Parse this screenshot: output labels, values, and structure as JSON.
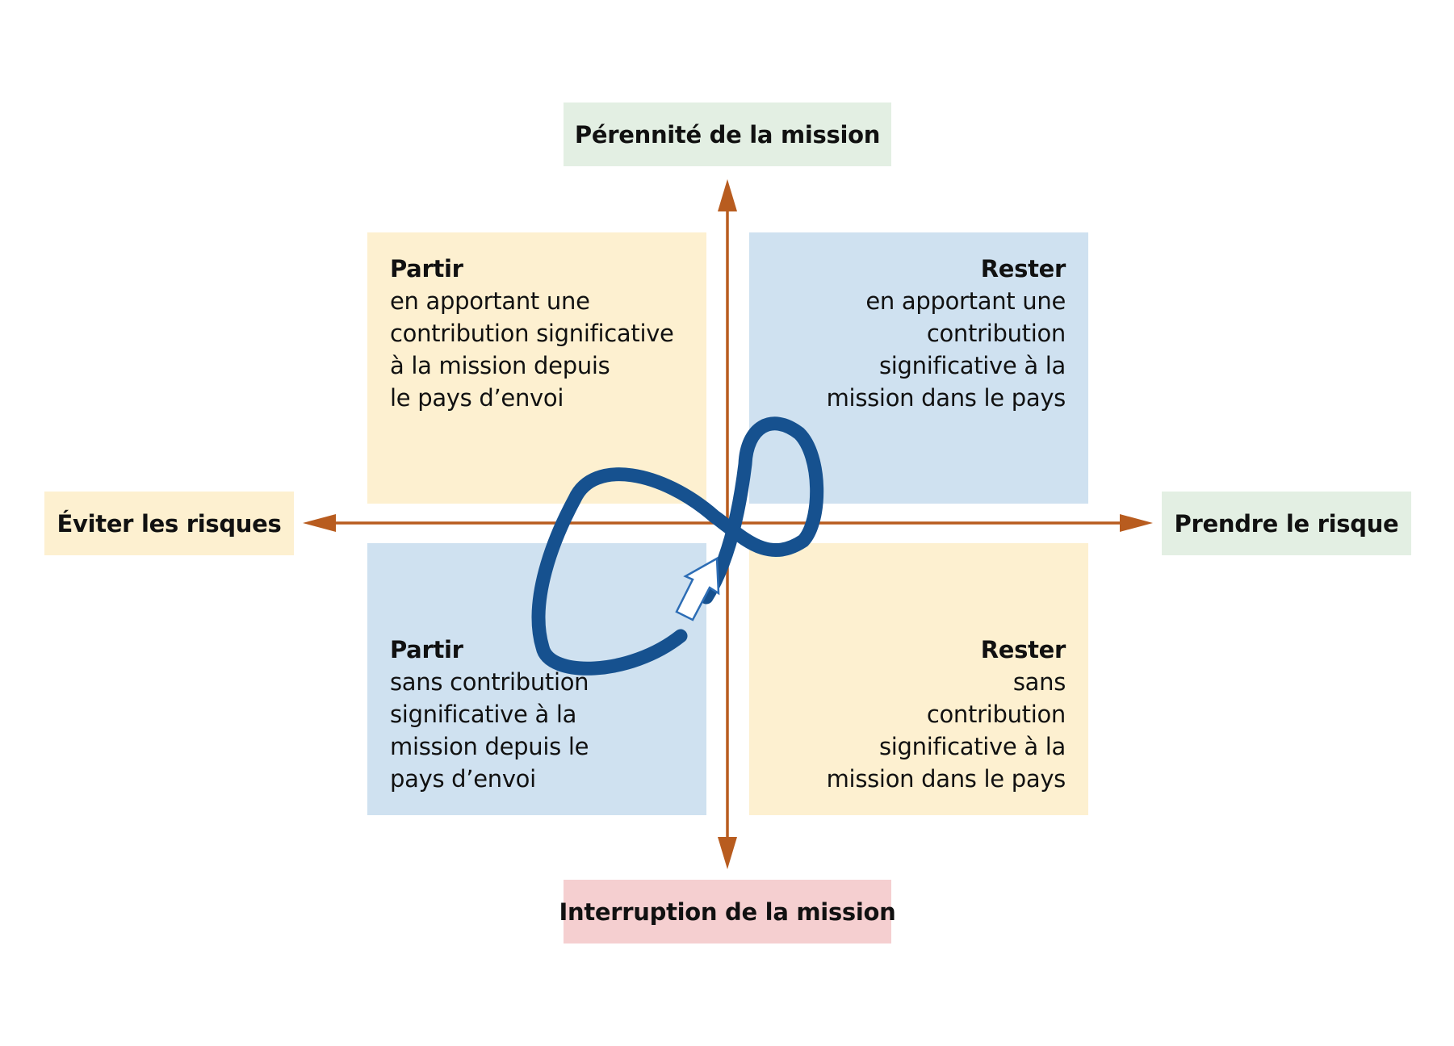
{
  "poles": {
    "top": "Pérennité de la mission",
    "bottom": "Interruption de la mission",
    "left": "Éviter les risques",
    "right": "Prendre le risque"
  },
  "quadrants": {
    "top_left": {
      "title": "Partir",
      "desc": "en apportant une\ncontribution significative\nà la mission depuis\nle pays d’envoi"
    },
    "top_right": {
      "title": "Rester",
      "desc": "en apportant une\ncontribution\nsignificative à la\nmission dans le pays"
    },
    "bottom_left": {
      "title": "Partir",
      "desc": "sans contribution\nsignificative à la\nmission depuis le\npays d’envoi"
    },
    "bottom_right": {
      "title": "Rester",
      "desc": "sans\ncontribution\nsignificative à la\nmission dans le pays"
    }
  },
  "colors": {
    "green_box": "#e3efe3",
    "pink_box": "#f5cfd0",
    "yellow_box": "#fdf0d0",
    "blue_box": "#cfe1f0",
    "axis": "#b85c1f",
    "loop": "#16518f",
    "arrow_outline": "#2d6db5",
    "arrow_fill": "#ffffff"
  }
}
